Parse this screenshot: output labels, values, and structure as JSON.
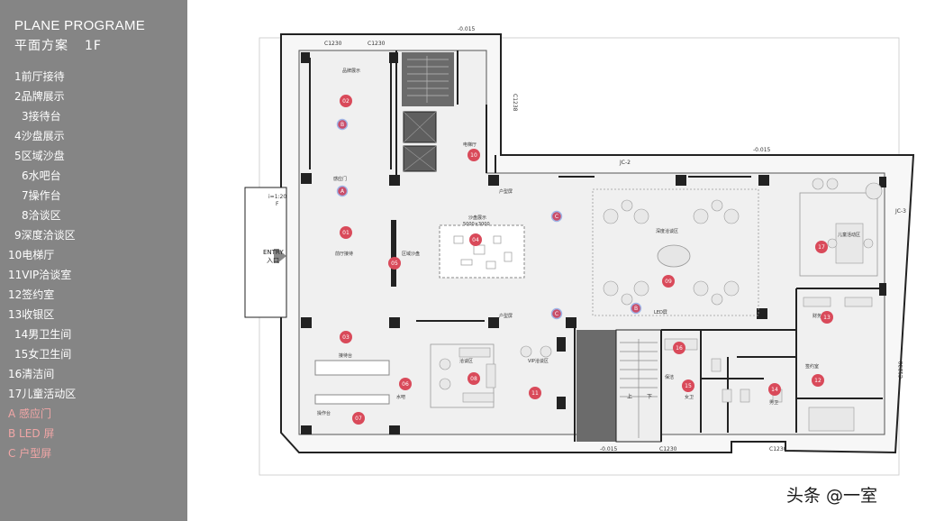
{
  "sidebar": {
    "title": "PLANE PROGRAME",
    "subtitle": "平面方案",
    "floor": "1F",
    "legend": [
      "1前厅接待",
      "2品牌展示",
      "3接待台",
      "4沙盘展示",
      "5区域沙盘",
      "6水吧台",
      "7操作台",
      "8洽谈区",
      "9深度洽谈区",
      "10电梯厅",
      "11VIP洽谈室",
      "12签约室",
      "13收银区",
      "14男卫生间",
      "15女卫生间",
      "16清洁间",
      "17儿童活动区"
    ],
    "annotations": [
      "A 感应门",
      "B LED 屏",
      "C 户型屏"
    ]
  },
  "plan": {
    "markers": [
      "01",
      "02",
      "03",
      "04",
      "05",
      "06",
      "07",
      "08",
      "09",
      "10",
      "11",
      "12",
      "13",
      "14",
      "15",
      "16",
      "17"
    ],
    "letters": [
      "A",
      "B",
      "B",
      "C",
      "C"
    ],
    "room_labels": [
      "品牌展示",
      "感应门",
      "前厅接待",
      "区域沙盘",
      "沙盘展示",
      "5000×3000",
      "电梯厅",
      "户型屏",
      "户型屏",
      "深度洽谈区",
      "LED屏",
      "接待台",
      "操作台",
      "水吧",
      "洽谈区",
      "VIP洽谈区",
      "保洁",
      "女卫",
      "男卫",
      "签约室",
      "财务",
      "儿童活动区"
    ],
    "dims": [
      "C1230",
      "C1230",
      "C1230",
      "C1230",
      "C1238",
      "C1238",
      "-0.015",
      "-0.015",
      "-0.015",
      "JC-2",
      "JC-3",
      "i=1:20",
      "F",
      "上",
      "下"
    ],
    "entry": [
      "ENTRY",
      "入口"
    ]
  },
  "watermark": "头条 @一室",
  "colors": {
    "sidebar": "#858585",
    "marker": "#d94a5a",
    "letter": "#c94e6a",
    "wall": "#222222",
    "core": "#6b6b6b",
    "accent": "#f1a6a6"
  }
}
